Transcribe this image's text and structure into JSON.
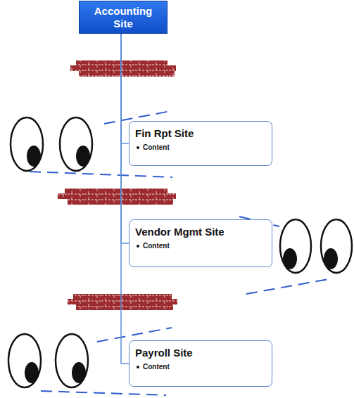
{
  "diagram": {
    "nodes": [
      {
        "text": [
          "Accounting Site"
        ]
      },
      {
        "text": [
          "Fin Rpt Site",
          "Content"
        ]
      },
      {
        "text": [
          "Vendor Mgmt Site",
          "Content"
        ]
      },
      {
        "text": [
          "Payroll Site",
          "Content"
        ]
      }
    ],
    "edges": [
      {
        "from": 0,
        "to": 1,
        "arrow": "none"
      },
      {
        "from": 0,
        "to": 2,
        "arrow": "none"
      },
      {
        "from": 0,
        "to": 3,
        "arrow": "none"
      }
    ]
  }
}
